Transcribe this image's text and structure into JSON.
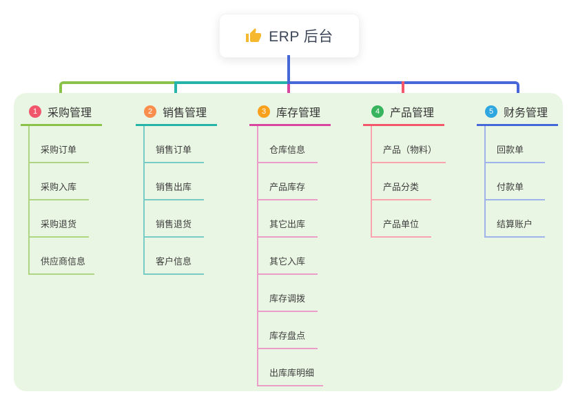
{
  "root": {
    "title": "ERP 后台",
    "icon": "thumbs-up-icon"
  },
  "colors": {
    "root_blue": "#4667d8",
    "bus_green": "#8bc34a",
    "bus_teal": "#26b3a8",
    "bus_blue": "#4667d8",
    "drop_magenta": "#d8469f",
    "drop_red": "#f4566a",
    "panel_bg": "#eaf6e4"
  },
  "branches": [
    {
      "id": "purchase",
      "number": "1",
      "title": "采购管理",
      "badge_color": "#f2566a",
      "color": "#8bc34a",
      "light_color": "#aed581",
      "children": [
        "采购订单",
        "采购入库",
        "采购退货",
        "供应商信息"
      ]
    },
    {
      "id": "sales",
      "number": "2",
      "title": "销售管理",
      "badge_color": "#fb8e4c",
      "color": "#26b3a8",
      "light_color": "#76ccc4",
      "children": [
        "销售订单",
        "销售出库",
        "销售退货",
        "客户信息"
      ]
    },
    {
      "id": "inventory",
      "number": "3",
      "title": "库存管理",
      "badge_color": "#f9a11c",
      "color": "#d8469f",
      "light_color": "#ec9cc9",
      "children": [
        "仓库信息",
        "产品库存",
        "其它出库",
        "其它入库",
        "库存调拨",
        "库存盘点",
        "出库库明细"
      ]
    },
    {
      "id": "product",
      "number": "4",
      "title": "产品管理",
      "badge_color": "#38b45f",
      "color": "#f4566a",
      "light_color": "#f8a3ae",
      "children": [
        "产品（物料）",
        "产品分类",
        "产品单位"
      ]
    },
    {
      "id": "finance",
      "number": "5",
      "title": "财务管理",
      "badge_color": "#2ea6e0",
      "color": "#4667d8",
      "light_color": "#9db3ea",
      "children": [
        "回款单",
        "付款单",
        "结算账户"
      ]
    }
  ]
}
